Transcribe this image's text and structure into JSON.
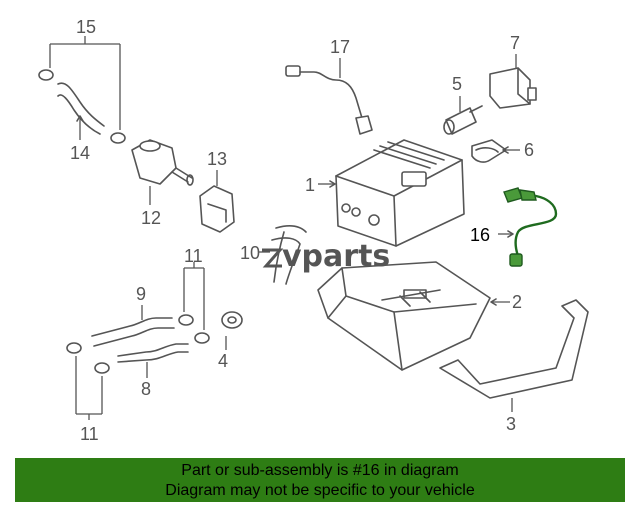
{
  "diagram": {
    "callouts": {
      "c1": "1",
      "c2": "2",
      "c3": "3",
      "c4": "4",
      "c5": "5",
      "c6": "6",
      "c7": "7",
      "c8": "8",
      "c9": "9",
      "c10": "10",
      "c11a": "11",
      "c11b": "11",
      "c12": "12",
      "c13": "13",
      "c14": "14",
      "c15": "15",
      "c16": "16",
      "c17": "17"
    },
    "highlighted_part": "16",
    "highlight_color": "#2e7d14"
  },
  "watermark": {
    "text": "vparts"
  },
  "banner": {
    "line1": "Part or sub-assembly is #16 in diagram",
    "line2": "Diagram may not be specific to your vehicle",
    "background": "#2e7d14"
  }
}
